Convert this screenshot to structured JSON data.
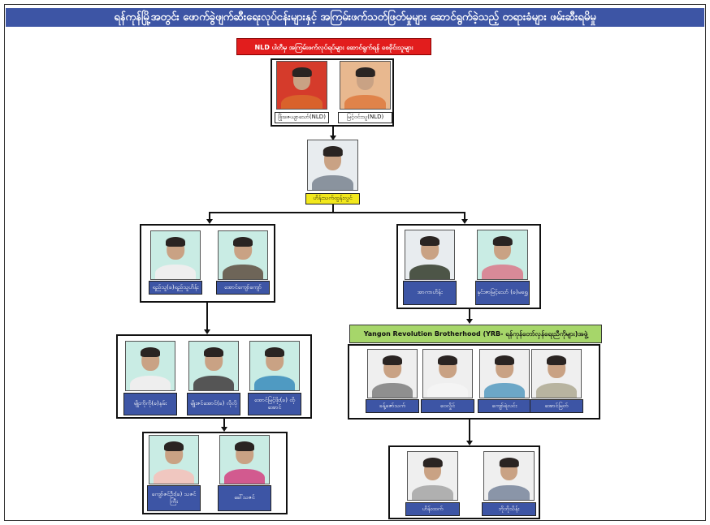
{
  "title": "ရန်ကုန်မြို့အတွင်း ဖောက်ခွဲဖျက်ဆီးရေးလုပ်ငန်းများနှင့် အကြမ်းဖက်သတ်ဖြတ်မှုများ ဆောင်ရွက်ခဲ့သည့် တရားခံများ ဖမ်းဆီးရမိမှု",
  "nld_header": "NLD ပါတီမှ အကြမ်းဖက်လုပ်ရပ်များ ဆောင်ရွက်ရန် စေခိုင်းသူများ",
  "yrb_header": "Yangon Revolution Brotherhood (YRB- ရန်ကုန်တော်လှန်ရေးညီကိုများ)အဖွဲ့",
  "groups": {
    "nld": [
      {
        "name": "ဖြိုးဇေယျာသော်(NLD)",
        "shirt": "#d9622b",
        "bg": "#d53b2b"
      },
      {
        "name": "မြင့်ဝင်းသူ(NLD)",
        "shirt": "#e0834a",
        "bg": "#e8b88f"
      }
    ],
    "center": [
      {
        "name": "ဟိန်းသက်ထွန်းလွင်",
        "shirt": "#8a939e",
        "bg": "#e8ecef"
      }
    ],
    "left1": [
      {
        "name": "ရည်သူ(ခ)ရည်သူဟိန်း",
        "shirt": "#eeeeee",
        "bg": "#c9ece4"
      },
      {
        "name": "အောင်ကျော်ကျော်",
        "shirt": "#6e6558",
        "bg": "#c9ece4"
      }
    ],
    "left2": [
      {
        "name": "မျိုးကိုကို(ခ)နမ်း",
        "shirt": "#eeeeee",
        "bg": "#c9ece4"
      },
      {
        "name": "မျိုးဇင်အောင်(ခ) လိုလို",
        "shirt": "#555555",
        "bg": "#c9ece4"
      },
      {
        "name": "အောင်မြင့်ဖိုး(ခ) ထိုအောင်",
        "shirt": "#4f9ac2",
        "bg": "#c9ece4"
      }
    ],
    "left3": [
      {
        "name": "ကျော်ဇင်ဦး(ခ) သဇင်ကြီး",
        "shirt": "#f0c7c0",
        "bg": "#c9ece4"
      },
      {
        "name": "ခေါ်သဇင်",
        "shirt": "#d25a8f",
        "bg": "#c9ece4"
      }
    ],
    "right1": [
      {
        "name": "အာကာဟိန်း",
        "shirt": "#4d5547",
        "bg": "#e8ecef"
      },
      {
        "name": "နှင်းဇာမြင့်သော် (ခ)မရွှေ",
        "shirt": "#d88a98",
        "bg": "#c9ece4"
      }
    ],
    "right2": [
      {
        "name": "ခန့်ဇော်သက်",
        "shirt": "#8f8f8f",
        "bg": "#efefef"
      },
      {
        "name": "ဝေလှိုင်",
        "shirt": "#f4f4f4",
        "bg": "#efefef"
      },
      {
        "name": "ကျော်ရဲလင်း",
        "shirt": "#6ca7c7",
        "bg": "#efefef"
      },
      {
        "name": "အောင်မြတ်",
        "shirt": "#b8b4a0",
        "bg": "#efefef"
      }
    ],
    "right3": [
      {
        "name": "ဟိန်းထက်",
        "shirt": "#b0b0b0",
        "bg": "#efefef"
      },
      {
        "name": "ဘိုဘိုသိန်း",
        "shirt": "#8a95a8",
        "bg": "#efefef"
      }
    ]
  }
}
